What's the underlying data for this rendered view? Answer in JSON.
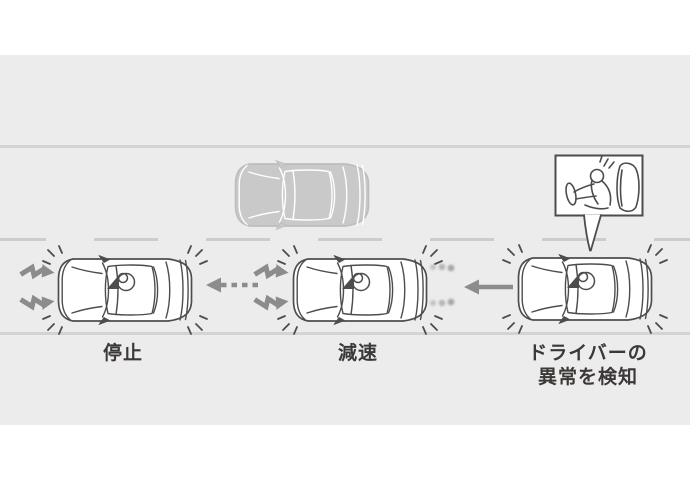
{
  "diagram": {
    "kind": "driver-emergency-stop-assist-sequence",
    "stages": [
      {
        "id": "stop",
        "label": "停止"
      },
      {
        "id": "decelerate",
        "label": "減速"
      },
      {
        "id": "detect",
        "label": "ドライバーの\n異常を検知"
      }
    ]
  },
  "icons": {
    "impact_flash": "zigzag-bolt-arrow",
    "hazard_blink": "corner-ray-ticks",
    "motion_blur": "fading-dot-trail",
    "callout": "speech-bubble-pointer",
    "inset": "slumped-driver-line-art"
  },
  "colors": {
    "background": "#ffffff",
    "road": "#ececec",
    "lane_line": "#d3d3d3",
    "lane_dash": "#cccccc",
    "car_outline": "#4d4d4d",
    "ghost_car_fill": "#c9c9c9",
    "arrow": "#8c8c8c",
    "bolt": "#8c8c8c",
    "label_text": "#3b3837"
  }
}
